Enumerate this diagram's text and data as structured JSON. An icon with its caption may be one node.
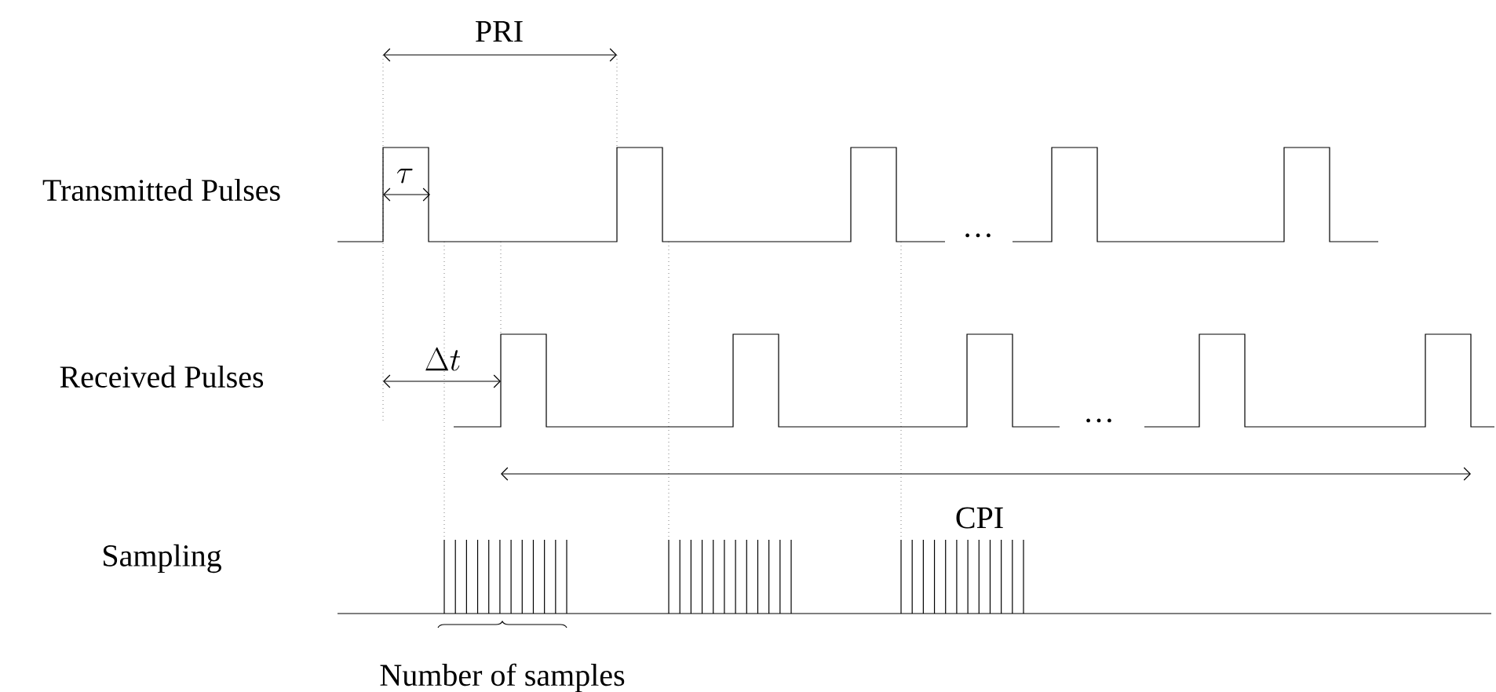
{
  "diagram": {
    "labels": [
      "PRI",
      "\\tau",
      "Transmitted Pulses",
      "…",
      "\\Delta t",
      "Received Pulses",
      "…",
      "CPI",
      "Sampling",
      "Number of samples"
    ]
  }
}
